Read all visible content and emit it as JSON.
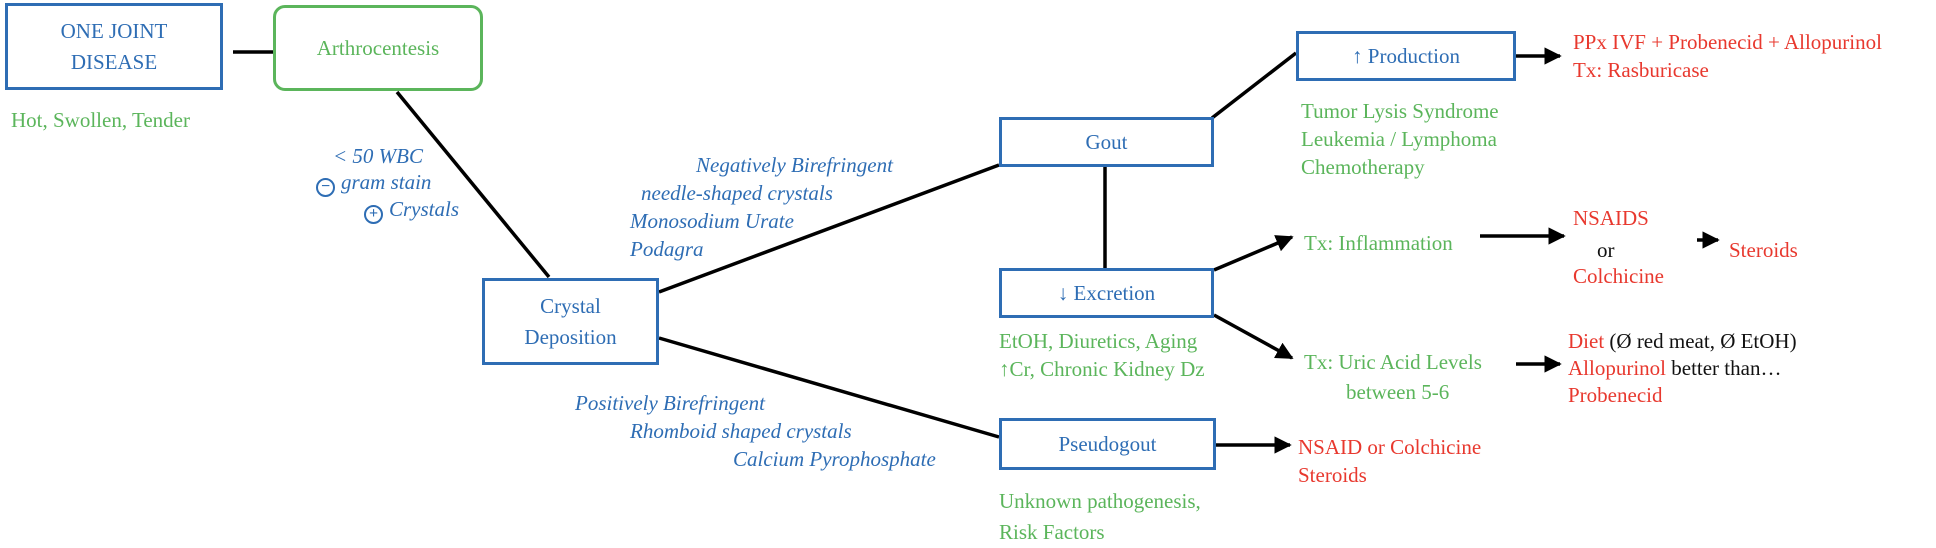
{
  "nodes": {
    "one_joint": [
      "ONE JOINT",
      "DISEASE"
    ],
    "arthrocentesis": "Arthrocentesis",
    "crystal": [
      "Crystal",
      "Deposition"
    ],
    "gout": "Gout",
    "production": "↑ Production",
    "excretion": "↓ Excretion",
    "pseudogout": "Pseudogout"
  },
  "labels": {
    "hot_swollen": "Hot, Swollen, Tender",
    "wbc": "< 50 WBC",
    "gram_symbol": "−",
    "gram_stain": "gram stain",
    "crystals_symbol": "+",
    "crystals": "Crystals",
    "neg_biref": [
      "Negatively Birefringent",
      "needle-shaped crystals",
      "Monosodium Urate",
      "Podagra"
    ],
    "pos_biref": [
      "Positively Birefringent",
      "Rhomboid shaped crystals",
      "Calcium Pyrophosphate"
    ],
    "tumor": [
      "Tumor Lysis Syndrome",
      "Leukemia / Lymphoma",
      "Chemotherapy"
    ],
    "ppx": [
      "PPx IVF + Probenecid + Allopurinol",
      "Tx: Rasburicase"
    ],
    "tx_inflammation": "Tx: Inflammation",
    "nsaids": "NSAIDS",
    "or": "or",
    "colchicine": "Colchicine",
    "steroids": "Steroids",
    "etoh": [
      "EtOH, Diuretics, Aging",
      "↑Cr, Chronic Kidney Dz"
    ],
    "tx_uric": "Tx: Uric Acid Levels",
    "between": "between 5-6",
    "diet_red": "Diet",
    "diet_black": " (Ø red meat, Ø EtOH)",
    "allopurinol_red": "Allopurinol",
    "allopurinol_black": " better than…",
    "probenecid": "Probenecid",
    "pseudo_tx": [
      "NSAID or Colchicine",
      "Steroids"
    ],
    "unknown": [
      "Unknown pathogenesis,",
      "Risk Factors"
    ]
  },
  "colors": {
    "blue": "#2e6db4",
    "green": "#5bb55b",
    "red": "#e8382e",
    "black": "#111111"
  }
}
